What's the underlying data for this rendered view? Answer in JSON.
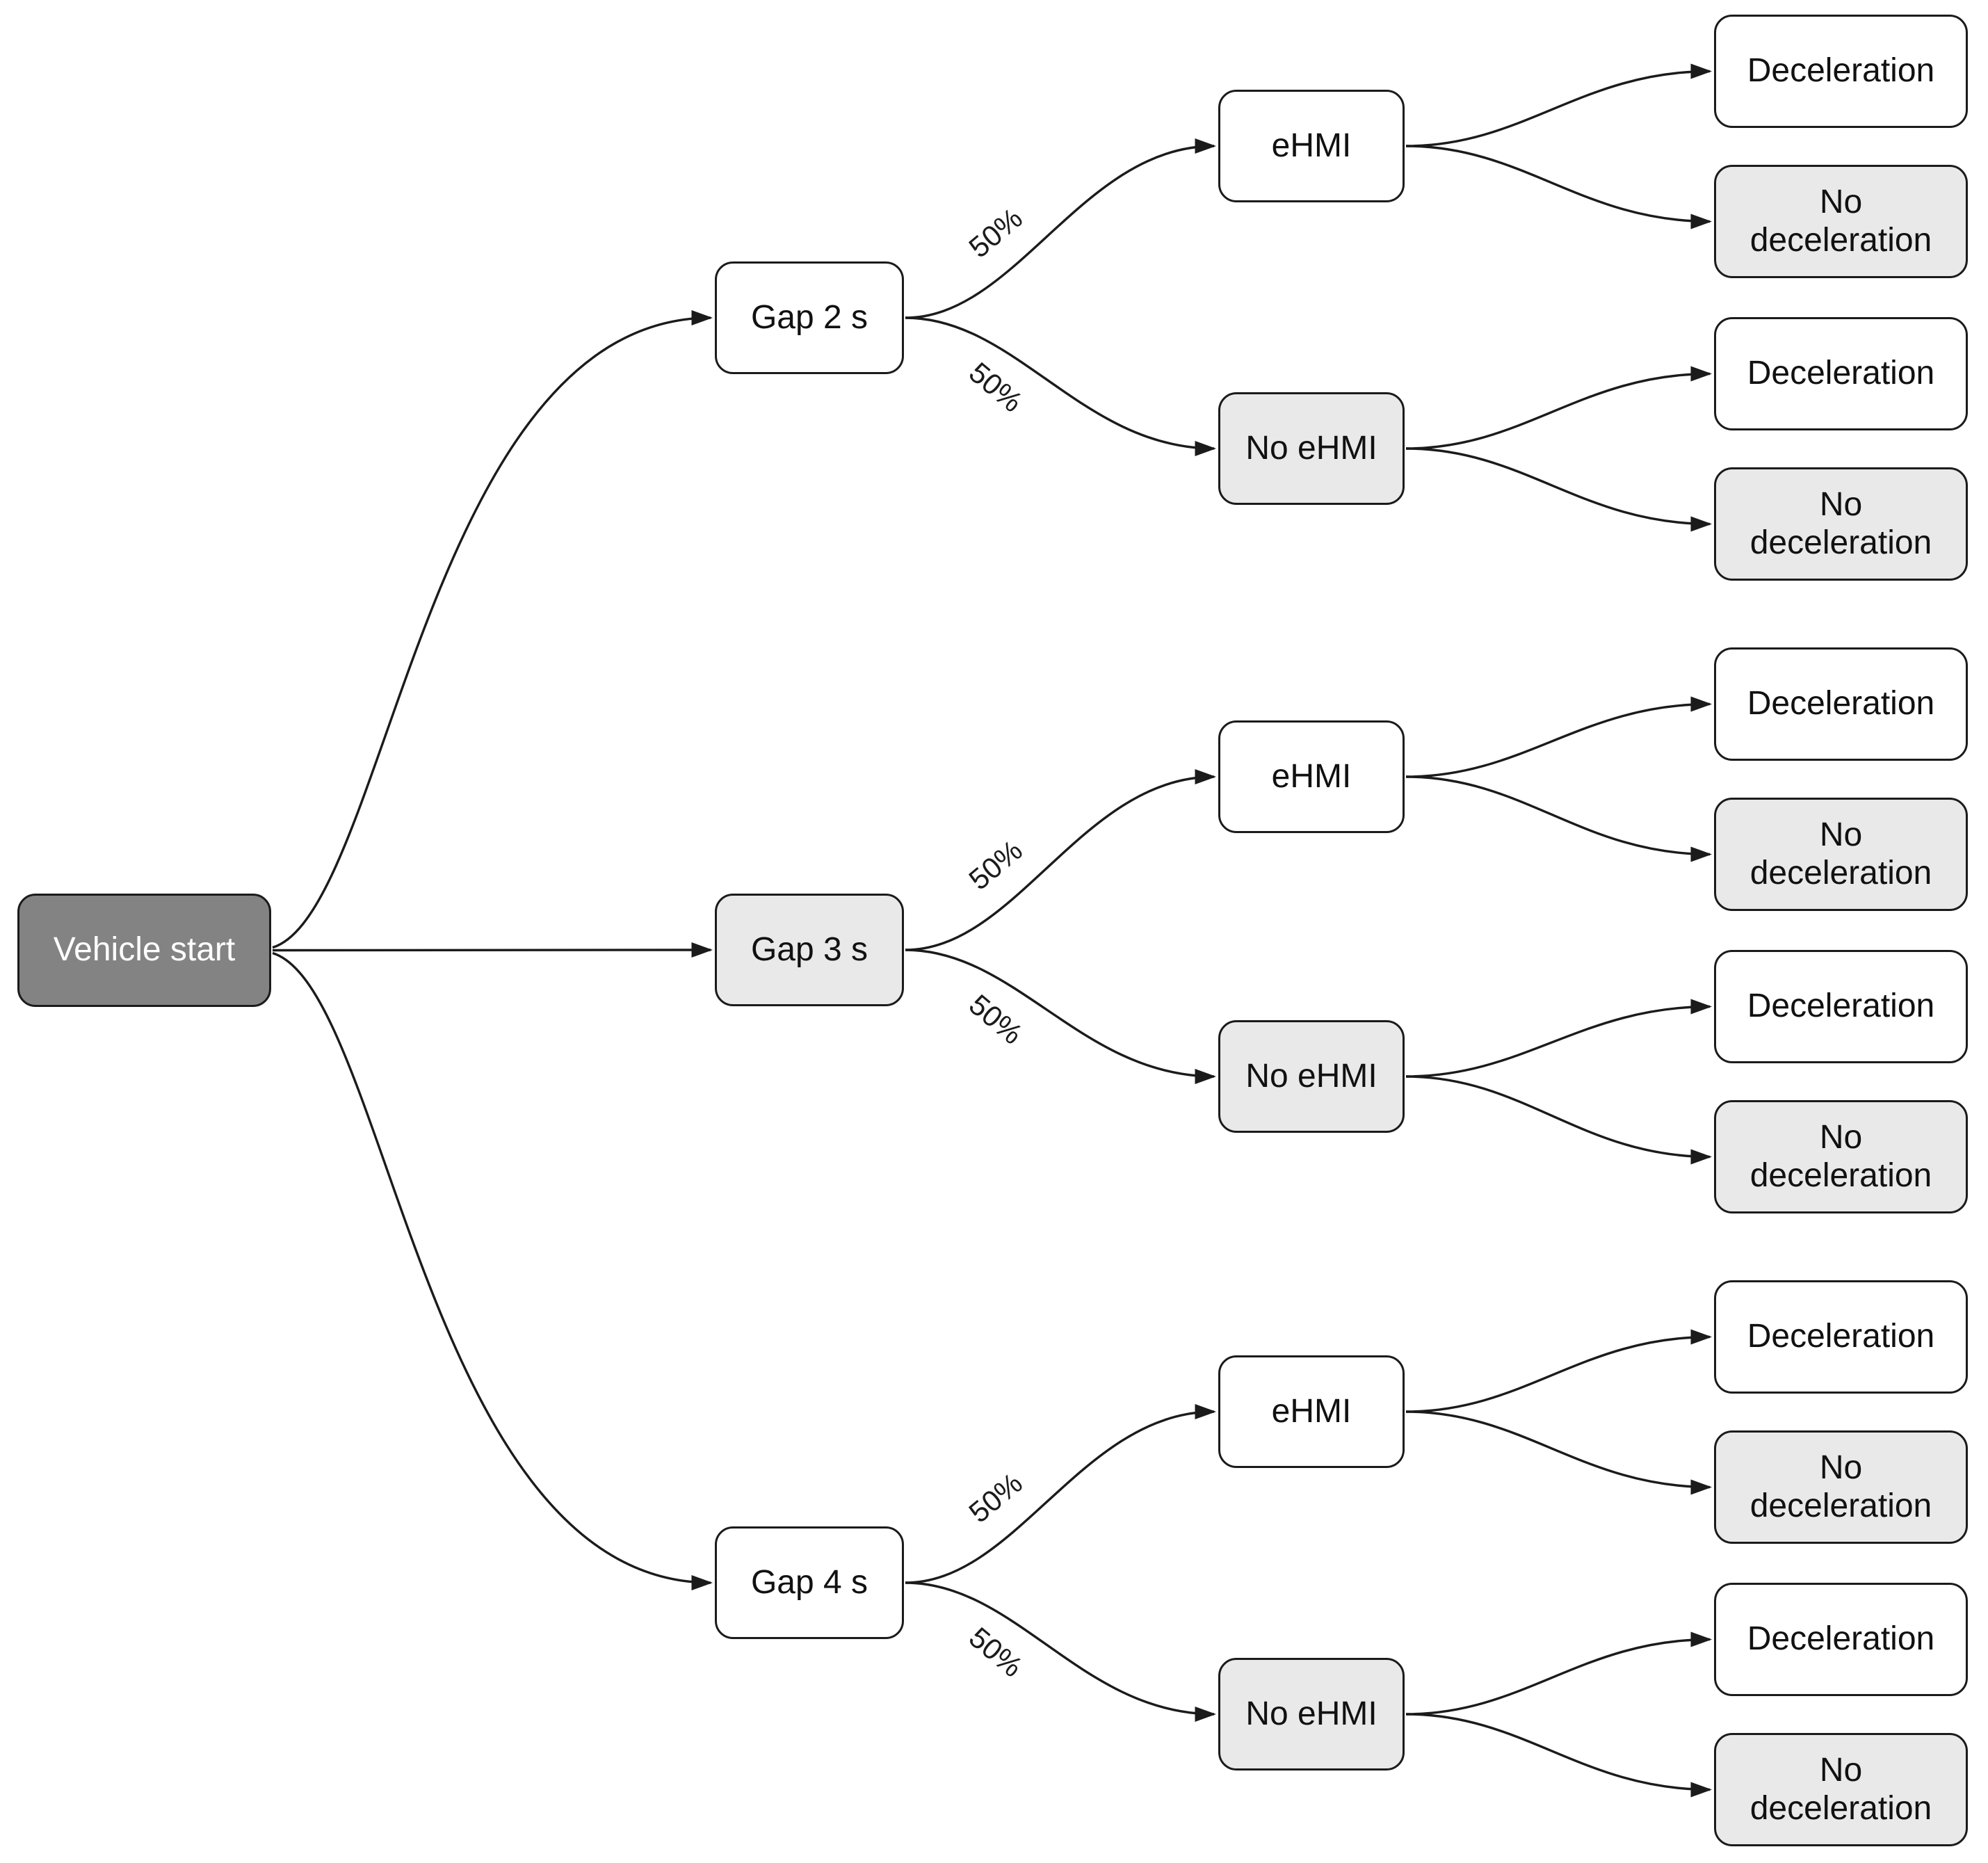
{
  "diagram": {
    "type": "decision-tree",
    "background": "#ffffff",
    "colors": {
      "node_fill_white": "#ffffff",
      "node_fill_gray": "#e9e9e9",
      "node_fill_dark": "#838383",
      "border": "#1b1b1b",
      "edge": "#1b1b1b",
      "text_dark": "#111111",
      "text_light": "#ffffff"
    },
    "nodes": [
      {
        "id": "vehicle_start",
        "label": "Vehicle start",
        "variant": "dark"
      },
      {
        "id": "gap2",
        "label": "Gap 2 s",
        "variant": "white"
      },
      {
        "id": "gap3",
        "label": "Gap 3 s",
        "variant": "light"
      },
      {
        "id": "gap4",
        "label": "Gap 4 s",
        "variant": "white"
      },
      {
        "id": "ehmi1",
        "label": "eHMI",
        "variant": "white"
      },
      {
        "id": "nehmi1",
        "label": "No eHMI",
        "variant": "light"
      },
      {
        "id": "ehmi2",
        "label": "eHMI",
        "variant": "white"
      },
      {
        "id": "nehmi2",
        "label": "No eHMI",
        "variant": "light"
      },
      {
        "id": "ehmi3",
        "label": "eHMI",
        "variant": "white"
      },
      {
        "id": "nehmi3",
        "label": "No eHMI",
        "variant": "light"
      },
      {
        "id": "dec1a",
        "label": "Deceleration",
        "variant": "white"
      },
      {
        "id": "ndec1a",
        "label": "No deceleration",
        "variant": "light"
      },
      {
        "id": "dec1b",
        "label": "Deceleration",
        "variant": "white"
      },
      {
        "id": "ndec1b",
        "label": "No deceleration",
        "variant": "light"
      },
      {
        "id": "dec2a",
        "label": "Deceleration",
        "variant": "white"
      },
      {
        "id": "ndec2a",
        "label": "No deceleration",
        "variant": "light"
      },
      {
        "id": "dec2b",
        "label": "Deceleration",
        "variant": "white"
      },
      {
        "id": "ndec2b",
        "label": "No deceleration",
        "variant": "light"
      },
      {
        "id": "dec3a",
        "label": "Deceleration",
        "variant": "white"
      },
      {
        "id": "ndec3a",
        "label": "No deceleration",
        "variant": "light"
      },
      {
        "id": "dec3b",
        "label": "Deceleration",
        "variant": "white"
      },
      {
        "id": "ndec3b",
        "label": "No deceleration",
        "variant": "light"
      }
    ],
    "edges": [
      {
        "from": "vehicle_start",
        "to": "gap2",
        "label": ""
      },
      {
        "from": "vehicle_start",
        "to": "gap3",
        "label": ""
      },
      {
        "from": "vehicle_start",
        "to": "gap4",
        "label": ""
      },
      {
        "from": "gap2",
        "to": "ehmi1",
        "label": "50%"
      },
      {
        "from": "gap2",
        "to": "nehmi1",
        "label": "50%"
      },
      {
        "from": "gap3",
        "to": "ehmi2",
        "label": "50%"
      },
      {
        "from": "gap3",
        "to": "nehmi2",
        "label": "50%"
      },
      {
        "from": "gap4",
        "to": "ehmi3",
        "label": "50%"
      },
      {
        "from": "gap4",
        "to": "nehmi3",
        "label": "50%"
      },
      {
        "from": "ehmi1",
        "to": "dec1a",
        "label": ""
      },
      {
        "from": "ehmi1",
        "to": "ndec1a",
        "label": ""
      },
      {
        "from": "nehmi1",
        "to": "dec1b",
        "label": ""
      },
      {
        "from": "nehmi1",
        "to": "ndec1b",
        "label": ""
      },
      {
        "from": "ehmi2",
        "to": "dec2a",
        "label": ""
      },
      {
        "from": "ehmi2",
        "to": "ndec2a",
        "label": ""
      },
      {
        "from": "nehmi2",
        "to": "dec2b",
        "label": ""
      },
      {
        "from": "nehmi2",
        "to": "ndec2b",
        "label": ""
      },
      {
        "from": "ehmi3",
        "to": "dec3a",
        "label": ""
      },
      {
        "from": "ehmi3",
        "to": "ndec3a",
        "label": ""
      },
      {
        "from": "nehmi3",
        "to": "dec3b",
        "label": ""
      },
      {
        "from": "nehmi3",
        "to": "ndec3b",
        "label": ""
      }
    ]
  }
}
